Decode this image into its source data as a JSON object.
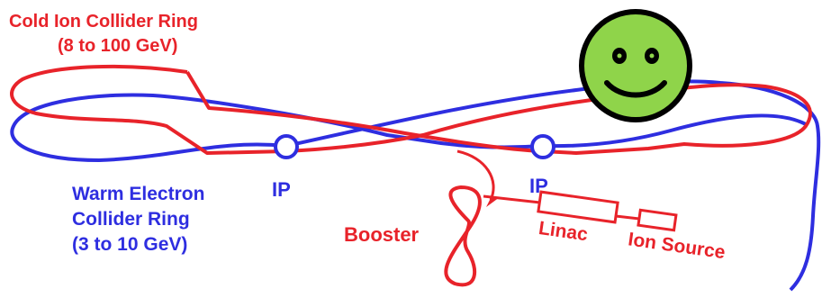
{
  "labels": {
    "cold_ring_line1": "Cold Ion Collider Ring",
    "cold_ring_line2": "(8 to 100 GeV)",
    "warm_ring_line1": "Warm Electron",
    "warm_ring_line2": "Collider Ring",
    "warm_ring_line3": "(3 to 10 GeV)",
    "ip_left": "IP",
    "ip_right": "IP",
    "booster": "Booster",
    "linac": "Linac",
    "ion_source": "Ion Source"
  },
  "colors": {
    "ion_ring": "#e8232a",
    "electron_ring": "#2e2ee0",
    "smiley_face": "#8fd44a",
    "smiley_outline": "#000000"
  },
  "icons": {
    "smiley": "smiley-face-icon"
  }
}
